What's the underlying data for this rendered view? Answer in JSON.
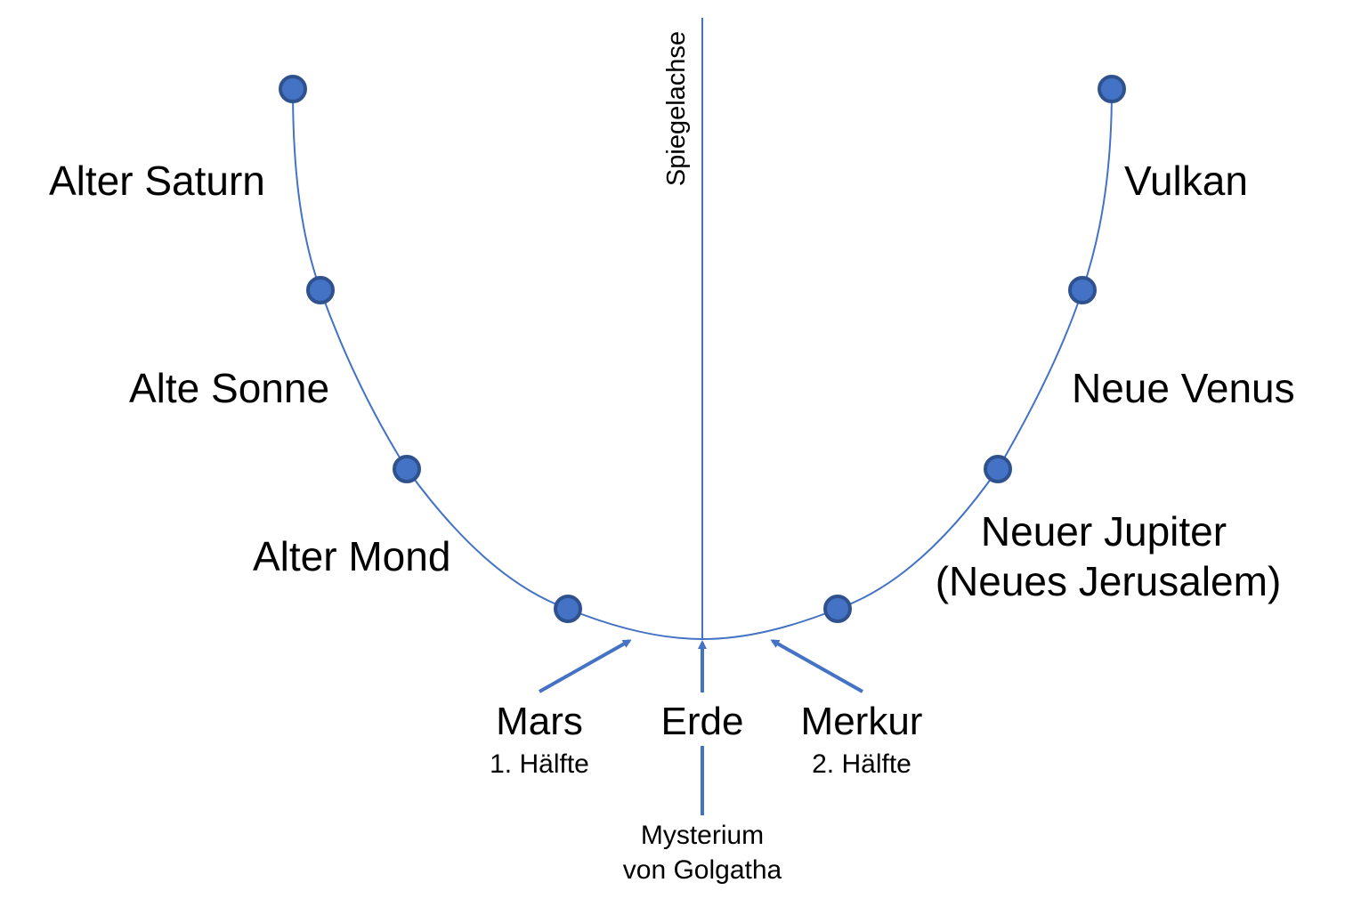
{
  "colors": {
    "line": "#4472C4",
    "node_fill": "#4472C4",
    "node_stroke": "#2F528F",
    "text": "#000000"
  },
  "axis_label": "Spiegelachse",
  "left_stages": [
    "Alter Saturn",
    "Alte Sonne",
    "Alter Mond"
  ],
  "right_stages": [
    "Vulkan",
    "Neue Venus"
  ],
  "jupiter": {
    "line1": "Neuer Jupiter",
    "line2": "(Neues Jerusalem)"
  },
  "bottom": {
    "mars": {
      "title": "Mars",
      "sub": "1. Hälfte"
    },
    "erde": {
      "title": "Erde"
    },
    "merkur": {
      "title": "Merkur",
      "sub": "2. Hälfte"
    },
    "mysterium": {
      "line1": "Mysterium",
      "line2": "von Golgatha"
    }
  }
}
